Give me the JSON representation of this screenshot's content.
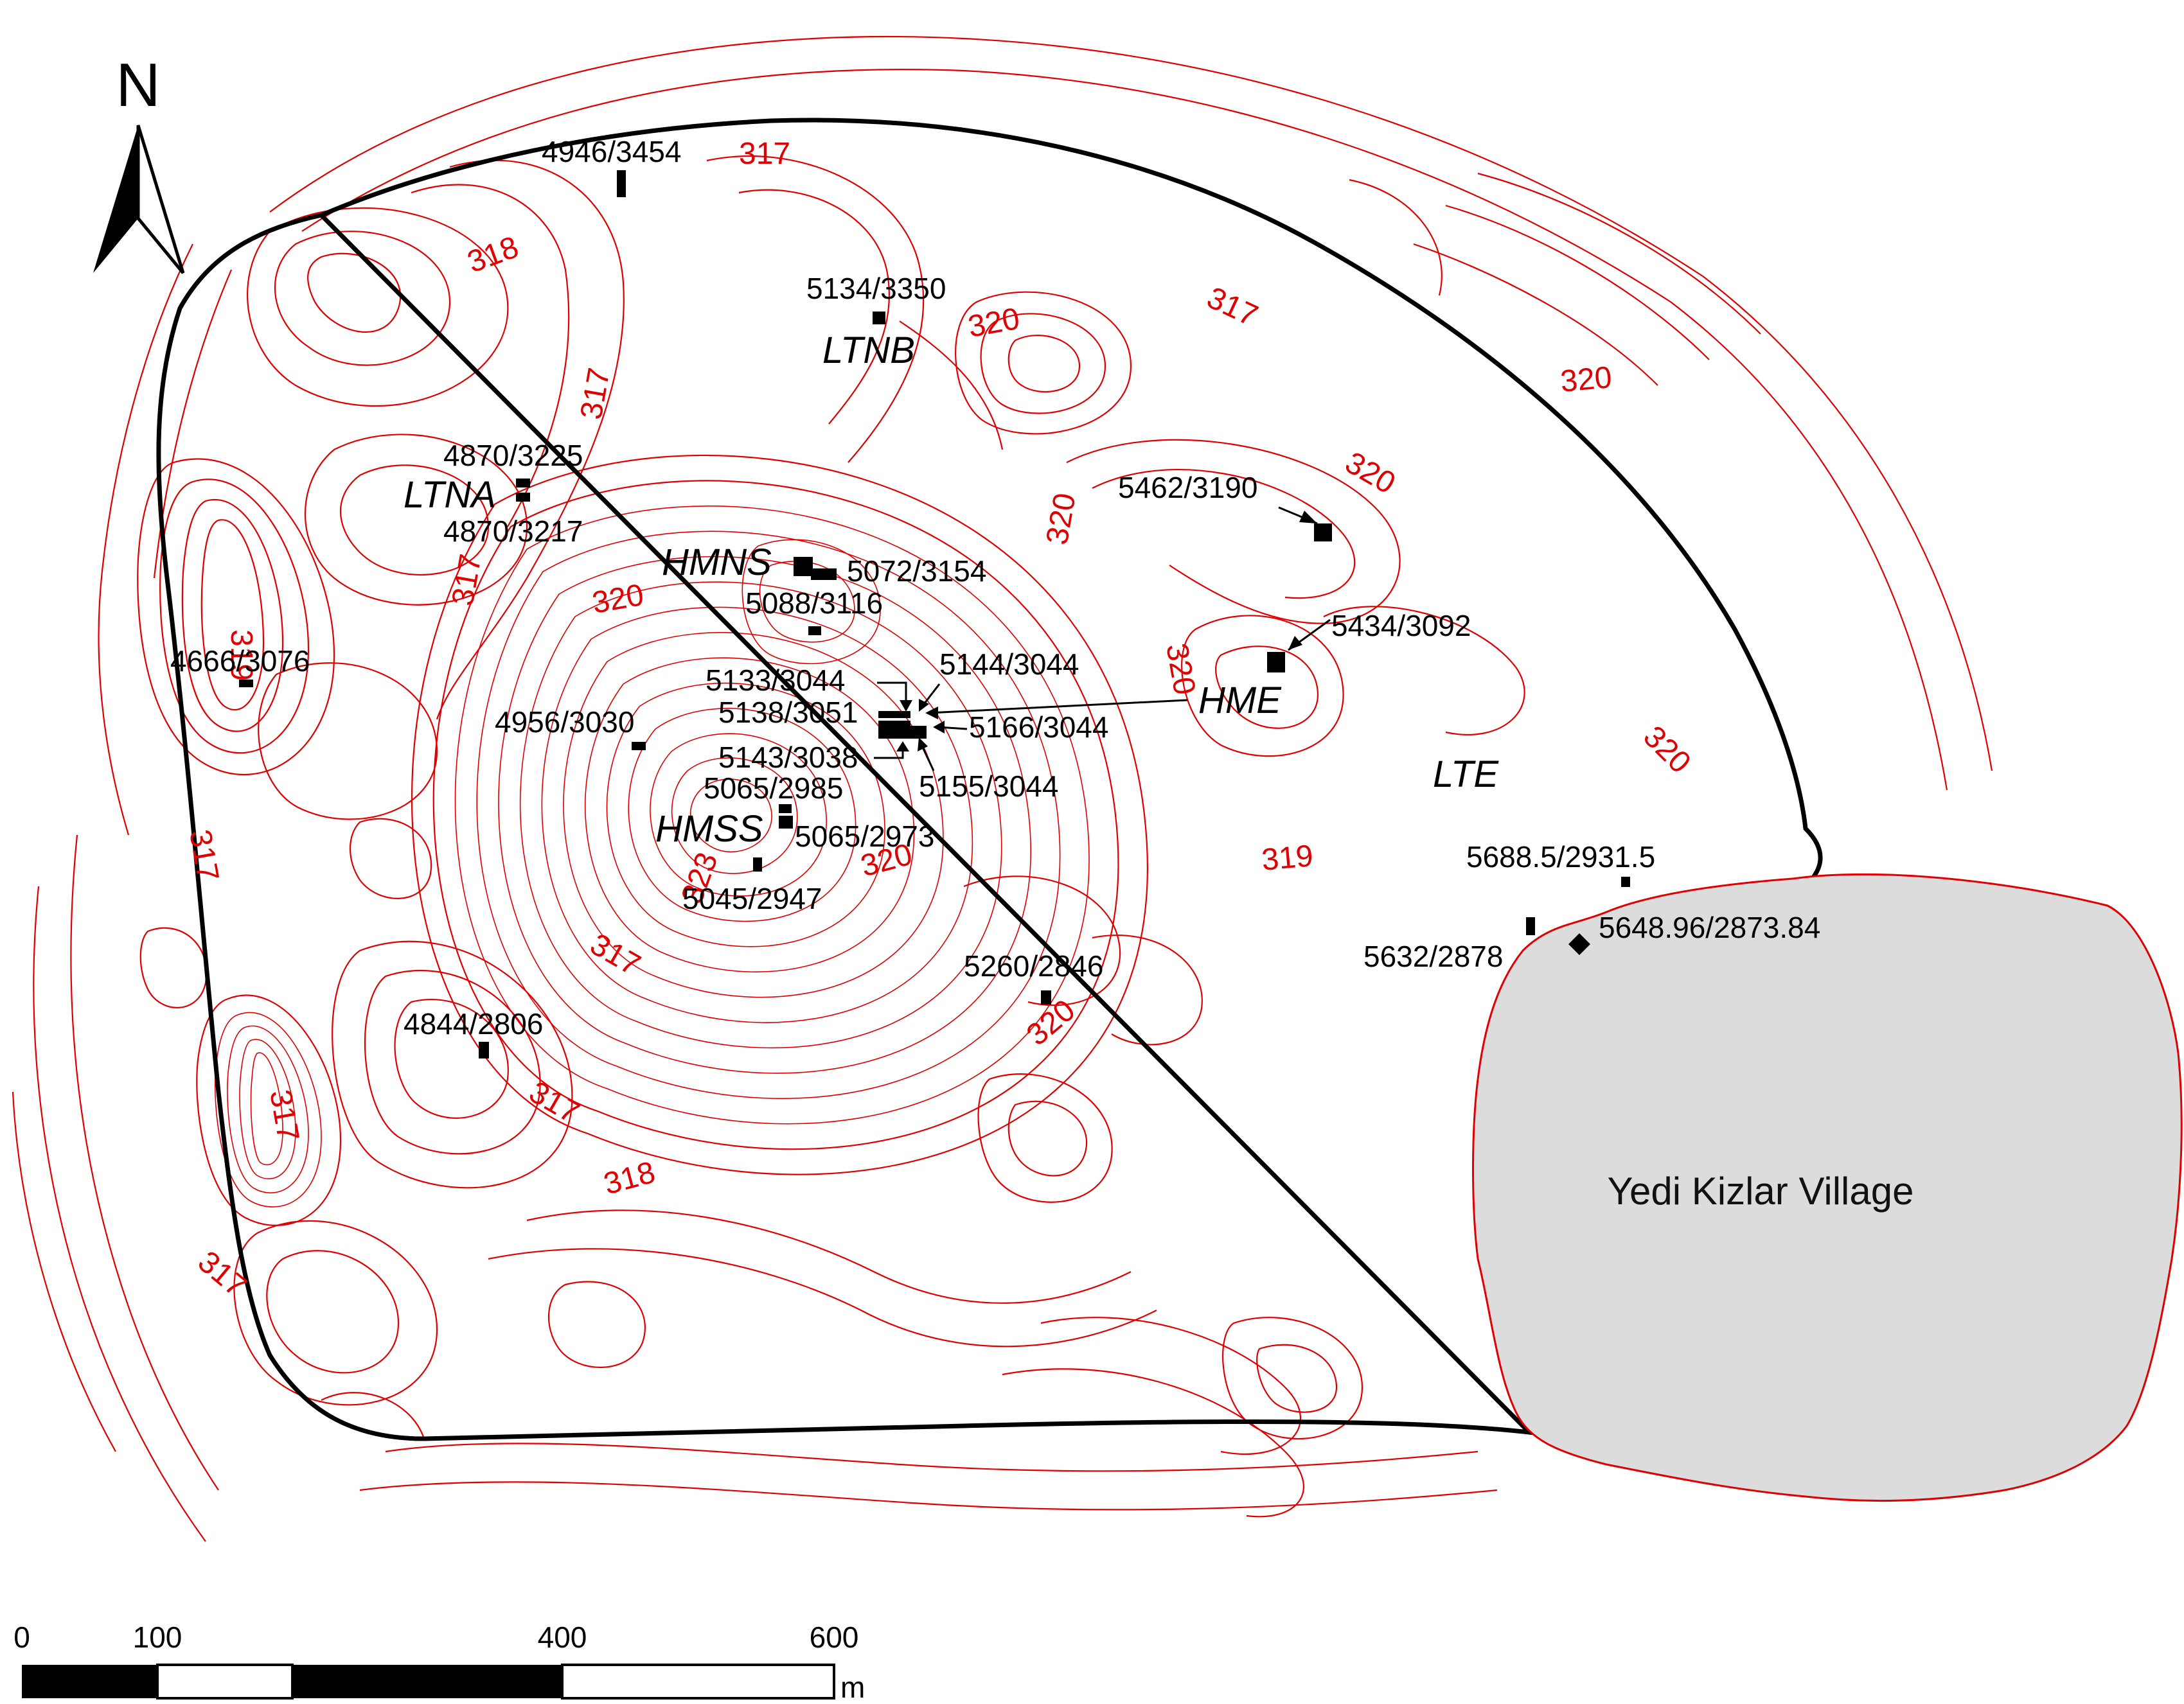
{
  "north_label": "N",
  "zones": [
    {
      "id": "ltnb",
      "text": "LTNB"
    },
    {
      "id": "ltna",
      "text": "LTNA"
    },
    {
      "id": "hmns",
      "text": "HMNS"
    },
    {
      "id": "hme",
      "text": "HME"
    },
    {
      "id": "lte",
      "text": "LTE"
    },
    {
      "id": "hmss",
      "text": "HMSS"
    }
  ],
  "points": [
    {
      "id": "p1",
      "text": "4946/3454"
    },
    {
      "id": "p2",
      "text": "5134/3350"
    },
    {
      "id": "p3",
      "text": "4870/3225"
    },
    {
      "id": "p4",
      "text": "4870/3217"
    },
    {
      "id": "p5",
      "text": "5462/3190"
    },
    {
      "id": "p6",
      "text": "5072/3154"
    },
    {
      "id": "p7",
      "text": "5088/3116"
    },
    {
      "id": "p8",
      "text": "5434/3092"
    },
    {
      "id": "p9",
      "text": "4666/3076"
    },
    {
      "id": "p10",
      "text": "5133/3044"
    },
    {
      "id": "p11",
      "text": "5144/3044"
    },
    {
      "id": "p12",
      "text": "5138/3051"
    },
    {
      "id": "p13",
      "text": "5166/3044"
    },
    {
      "id": "p14",
      "text": "4956/3030"
    },
    {
      "id": "p15",
      "text": "5143/3038"
    },
    {
      "id": "p16",
      "text": "5155/3044"
    },
    {
      "id": "p17",
      "text": "5065/2985"
    },
    {
      "id": "p18",
      "text": "5065/2973"
    },
    {
      "id": "p19",
      "text": "5045/2947"
    },
    {
      "id": "p20",
      "text": "5688.5/2931.5"
    },
    {
      "id": "p21",
      "text": "5648.96/2873.84"
    },
    {
      "id": "p22",
      "text": "5632/2878"
    },
    {
      "id": "p23",
      "text": "5260/2846"
    },
    {
      "id": "p24",
      "text": "4844/2806"
    }
  ],
  "elevations": [
    "317",
    "318",
    "317",
    "317",
    "319",
    "320",
    "317",
    "323",
    "320",
    "317",
    "317",
    "318",
    "317",
    "317",
    "320",
    "317",
    "320",
    "320",
    "320",
    "320",
    "320",
    "319",
    "320"
  ],
  "village_label": "Yedi Kizlar Village",
  "scale": {
    "ticks": [
      "0",
      "100",
      "400",
      "600"
    ],
    "unit": "m"
  },
  "colors": {
    "contour": "#e00000",
    "boundary": "#000000",
    "village_fill": "#dcdcdc",
    "village_stroke": "#e00000"
  }
}
